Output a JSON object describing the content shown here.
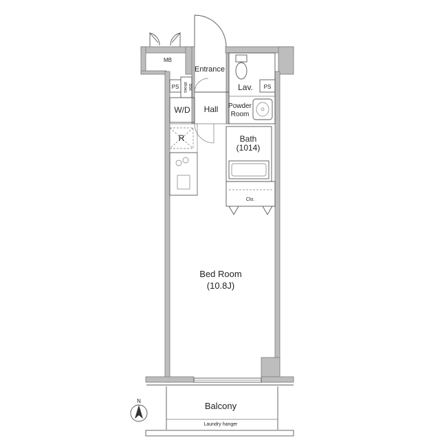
{
  "rooms": {
    "mb": "MB",
    "entrance": "Entrance",
    "lav": "Lav.",
    "ps_left": "PS",
    "ps_right": "PS",
    "shoes_box": [
      "shoes",
      "box"
    ],
    "wd": "W/D",
    "hall": "Hall",
    "powder_room": [
      "Powder",
      "Room"
    ],
    "refrigerator": "R",
    "bath": "Bath",
    "bath_size": "(1014)",
    "closet": "Clo.",
    "bedroom": "Bed Room",
    "bedroom_size": "(10.8J)",
    "balcony": "Balcony",
    "laundry_hanger": "Laundry hanger"
  },
  "compass": {
    "label": "N",
    "icon": "north-arrow-icon"
  },
  "colors": {
    "wall": "#bdbdbd",
    "line": "#555555",
    "text": "#222222"
  }
}
